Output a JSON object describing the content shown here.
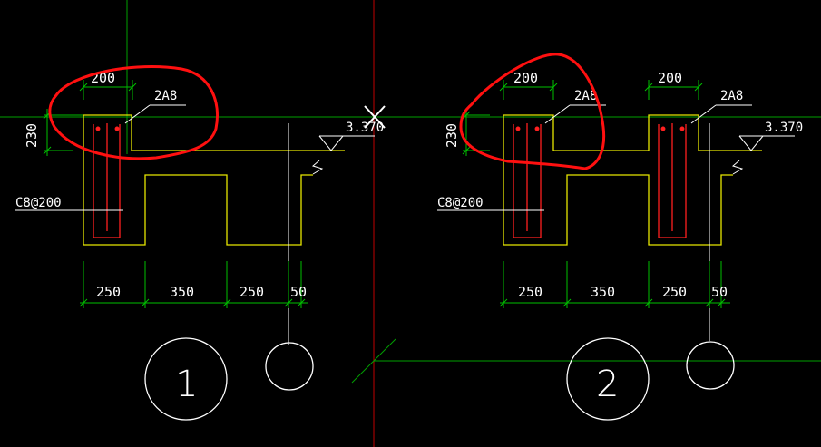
{
  "colors": {
    "background": "#000000",
    "dimension": "#00c000",
    "outline": "#e6e600",
    "rebar": "#ff2020",
    "leader": "#ffffff",
    "crosshair_h": "#00a000",
    "crosshair_v": "#c00000",
    "markup": "#ff1010"
  },
  "details": [
    {
      "id": 1,
      "number": "1",
      "top_dims": [
        "200"
      ],
      "side_dim": "230",
      "rebar_labels": [
        "2A8"
      ],
      "stirrup_label": "C8@200",
      "elevation": "3.370",
      "bottom_dims": [
        "250",
        "350",
        "250",
        "50"
      ]
    },
    {
      "id": 2,
      "number": "2",
      "top_dims": [
        "200",
        "200"
      ],
      "side_dim": "230",
      "rebar_labels": [
        "2A8",
        "2A8"
      ],
      "stirrup_label": "C8@200",
      "elevation": "3.370",
      "bottom_dims": [
        "250",
        "350",
        "250",
        "50"
      ]
    }
  ]
}
